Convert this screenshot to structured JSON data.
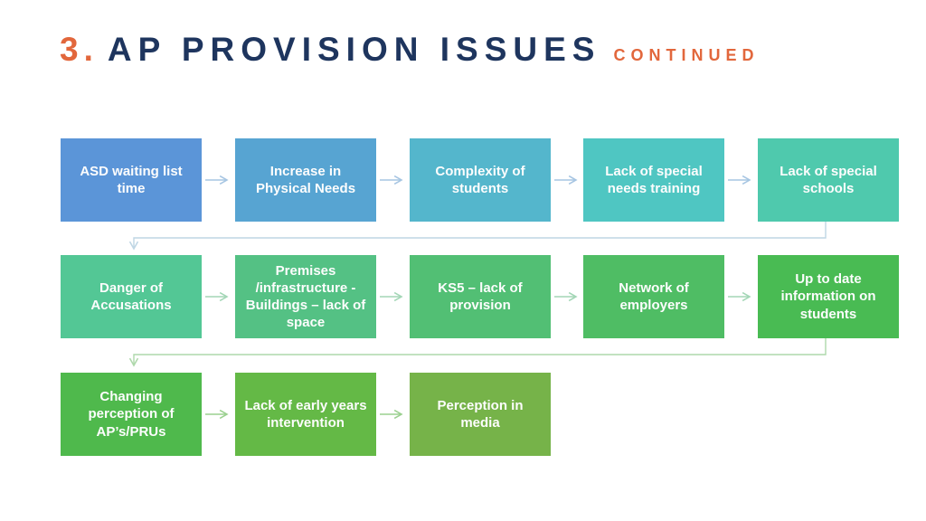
{
  "title": {
    "number": "3.",
    "main": "AP PROVISION ISSUES",
    "suffix": "CONTINUED",
    "number_color": "#e2673c",
    "main_color": "#1e355e",
    "suffix_color": "#e2673c"
  },
  "flow": {
    "text_color": "#ffffff",
    "rows": [
      {
        "arrow_color": "#a6c5e2",
        "connector_color": "#bfd6e4",
        "boxes": [
          {
            "label": "ASD waiting list time",
            "color": "#5b95d8"
          },
          {
            "label": "Increase in Physical Needs",
            "color": "#57a4d2"
          },
          {
            "label": "Complexity of students",
            "color": "#54b6cc"
          },
          {
            "label": "Lack of special needs training",
            "color": "#4fc6c2"
          },
          {
            "label": "Lack of special schools",
            "color": "#4fc9ad"
          }
        ]
      },
      {
        "arrow_color": "#a3d6b6",
        "connector_color": "#aed8ab",
        "boxes": [
          {
            "label": "Danger of Accusations",
            "color": "#53c795"
          },
          {
            "label": "Premises /infrastructure - Buildings – lack of space",
            "color": "#54c184"
          },
          {
            "label": "KS5 – lack of provision",
            "color": "#52bf74"
          },
          {
            "label": "Network of employers",
            "color": "#4fbd64"
          },
          {
            "label": "Up to date information on students",
            "color": "#49bb53"
          }
        ]
      },
      {
        "arrow_color": "#9bd08f",
        "connector_color": "#9bd08f",
        "boxes": [
          {
            "label": "Changing perception of AP’s/PRUs",
            "color": "#4fb94c"
          },
          {
            "label": "Lack of early years intervention",
            "color": "#64b946"
          },
          {
            "label": "Perception in media",
            "color": "#76b349"
          }
        ]
      }
    ]
  }
}
